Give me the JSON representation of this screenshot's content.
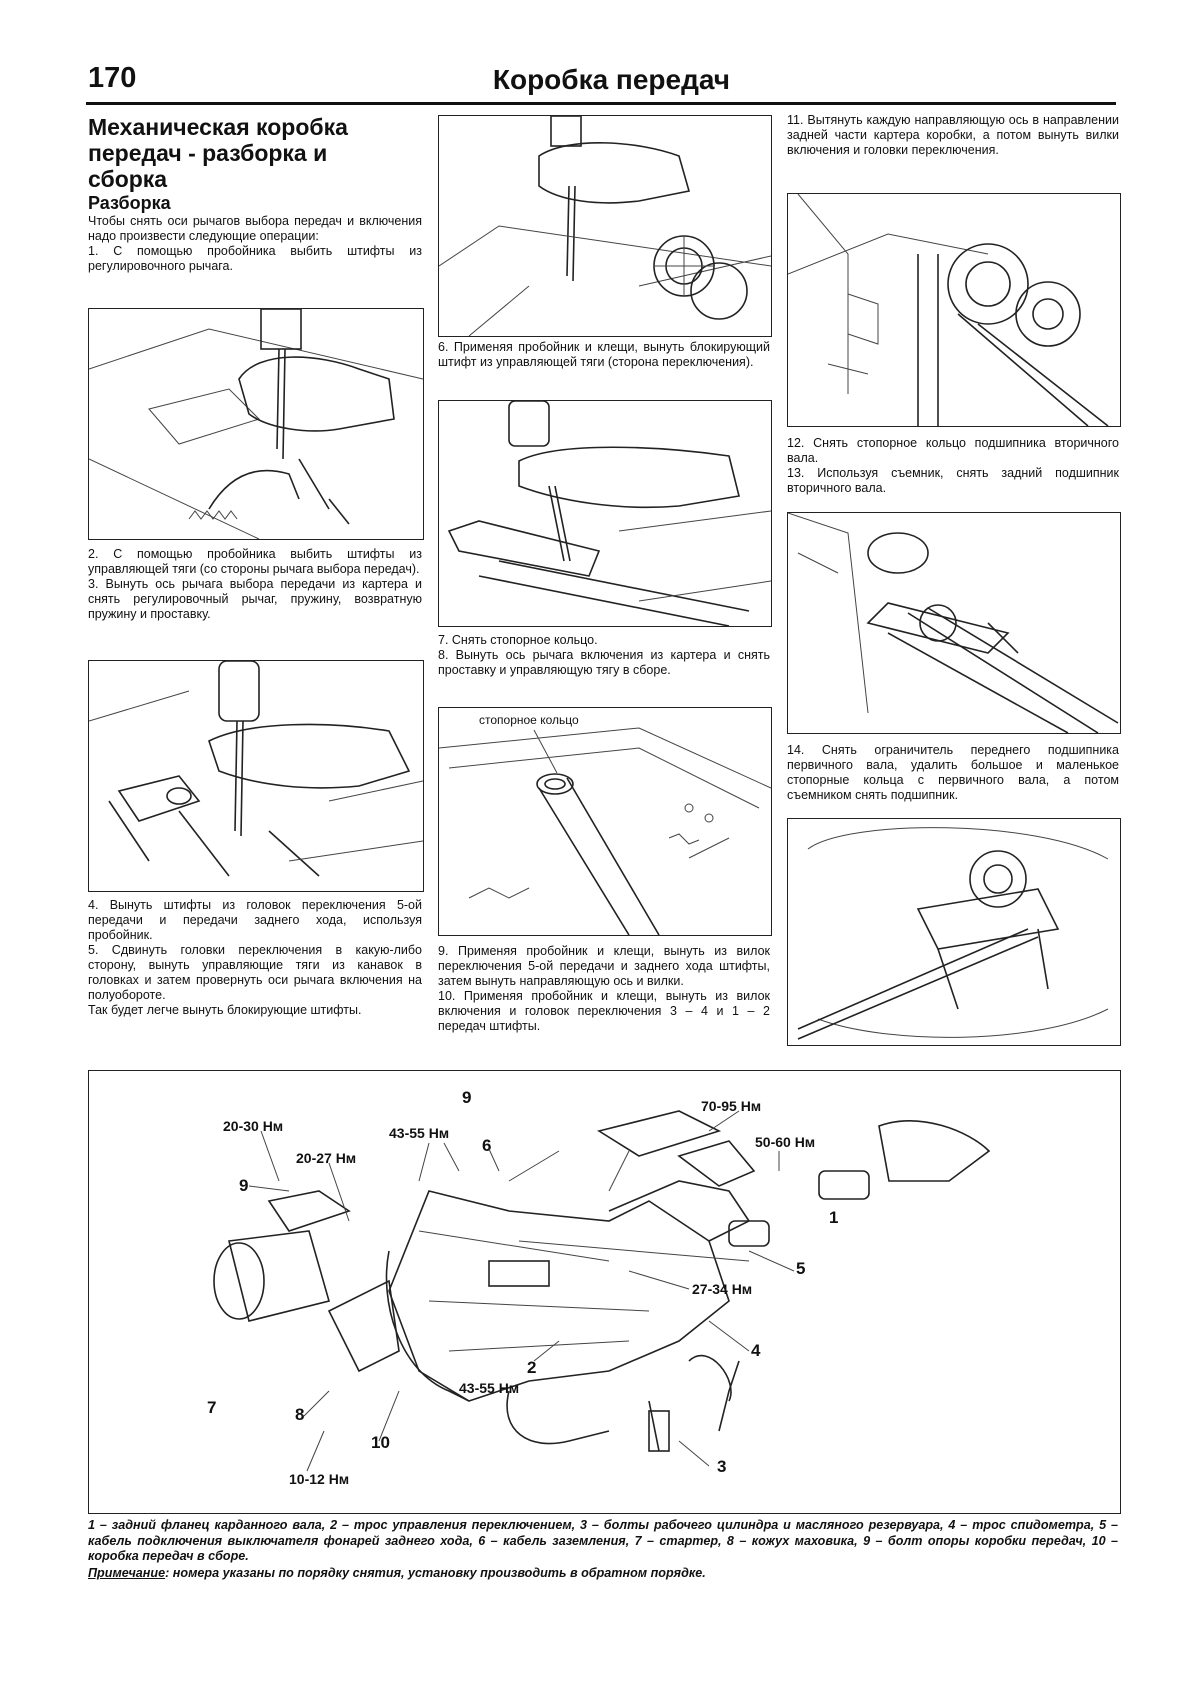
{
  "header": {
    "page_number": "170",
    "section": "Коробка передач"
  },
  "article": {
    "title": "Механическая коробка передач - разборка и сборка",
    "subtitle": "Разборка"
  },
  "steps": {
    "intro": "Чтобы снять оси рычагов выбора передач и включения надо произвести следующие операции:",
    "s1": "1. С помощью пробойника выбить штифты из регулировочного рычага.",
    "s2": "2. С помощью пробойника выбить штифты из управляющей тяги (со стороны рычага выбора передач).",
    "s3": "3. Вынуть ось рычага выбора передачи из картера и снять регулировочный рычаг, пружину, возвратную пружину и проставку.",
    "s4": "4. Вынуть штифты из головок переключения 5-ой передачи и передачи заднего хода, используя пробойник.",
    "s5": "5. Сдвинуть головки переключения в какую-либо сторону, вынуть управляющие тяги из канавок в головках и затем провернуть оси рычага включения на полуобороте.",
    "s5b": "Так будет легче вынуть блокирующие штифты.",
    "s6": "6. Применяя пробойник и клещи, вынуть блокирующий штифт из управляющей тяги (сторона переключения).",
    "s7": "7. Снять стопорное кольцо.",
    "s8": "8. Вынуть ось рычага включения из картера и снять проставку и управляющую тягу в сборе.",
    "s9": "9. Применяя пробойник и клещи, вынуть из вилок переключения 5-ой передачи и заднего хода штифты, затем вынуть направляющую ось и вилки.",
    "s10": "10. Применяя пробойник и клещи, вынуть из вилок включения и головок переключения 3 – 4 и 1 – 2 передач штифты.",
    "s11": "11. Вытянуть каждую направляющую ось в направлении задней части картера коробки, а потом вынуть вилки включения и головки переключения.",
    "s12": "12. Снять стопорное кольцо подшипника вторичного вала.",
    "s13": "13. Используя съемник, снять задний подшипник вторичного вала.",
    "s14": "14. Снять ограничитель переднего подшипника первичного вала, удалить большое и маленькое стопорные кольца с первичного вала, а потом съемником снять подшипник."
  },
  "figure_labels": {
    "retaining_ring": "стопорное кольцо"
  },
  "diagram": {
    "torque": {
      "t1": "20-30 Нм",
      "t2": "20-27 Нм",
      "t3": "43-55 Нм",
      "t4": "70-95 Нм",
      "t5": "50-60 Нм",
      "t6": "27-34 Нм",
      "t7": "43-55 Нм",
      "t8": "10-12 Нм"
    },
    "callouts": {
      "n1": "1",
      "n2": "2",
      "n3": "3",
      "n4": "4",
      "n5": "5",
      "n6": "6",
      "n7": "7",
      "n8": "8",
      "n9a": "9",
      "n9b": "9",
      "n10": "10"
    }
  },
  "caption": "1 – задний фланец карданного вала, 2 – трос управления переключением, 3 – болты рабочего цилиндра и масляного резервуара, 4 – трос спидометра, 5 – кабель подключения выключателя фонарей заднего хода, 6 – кабель заземления, 7 – стартер, 8 – кожух маховика, 9 – болт опоры коробки передач, 10 – коробка передач в сборе.",
  "note": {
    "label": "Примечание",
    "text": ": номера указаны по порядку снятия, установку производить в обратном порядке."
  }
}
